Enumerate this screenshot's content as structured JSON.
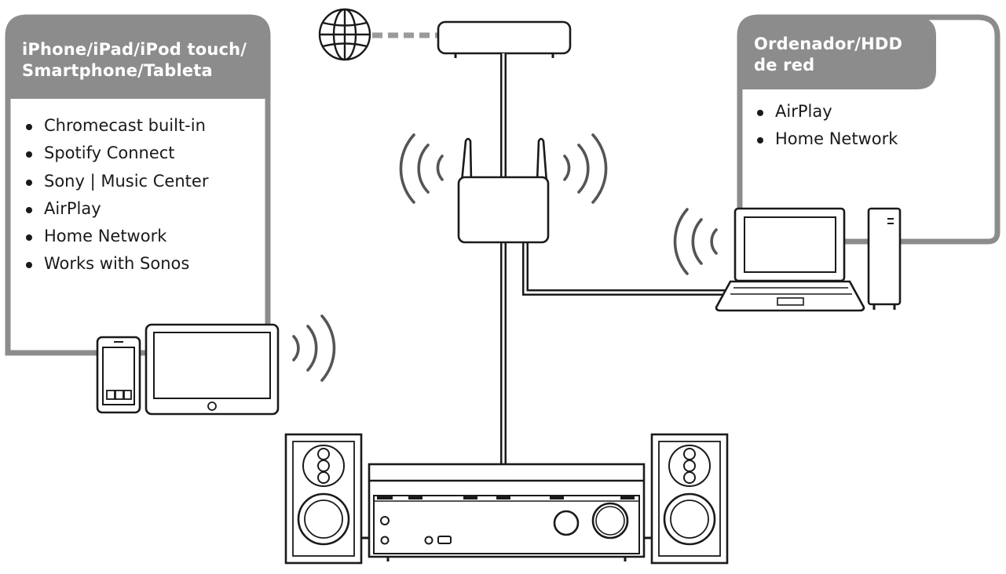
{
  "mobile_panel": {
    "title_lines": [
      "iPhone/iPad/iPod touch/",
      "Smartphone/Tableta"
    ],
    "features": [
      "Chromecast built-in",
      "Spotify Connect",
      "Sony | Music Center",
      "AirPlay",
      "Home Network",
      "Works with Sonos"
    ]
  },
  "computer_panel": {
    "title_lines": [
      "Ordenador/HDD",
      "de red"
    ],
    "features": [
      "AirPlay",
      "Home Network"
    ]
  },
  "colors": {
    "panel_gray": "#8c8c8c",
    "line_dark": "#1a1a1a",
    "background": "#ffffff"
  },
  "icons": [
    "globe-icon",
    "modem-icon",
    "wireless-router-icon",
    "smartphone-icon",
    "tablet-icon",
    "laptop-icon",
    "network-hdd-icon",
    "av-receiver-icon",
    "speaker-icon",
    "wifi-waves-icon"
  ]
}
